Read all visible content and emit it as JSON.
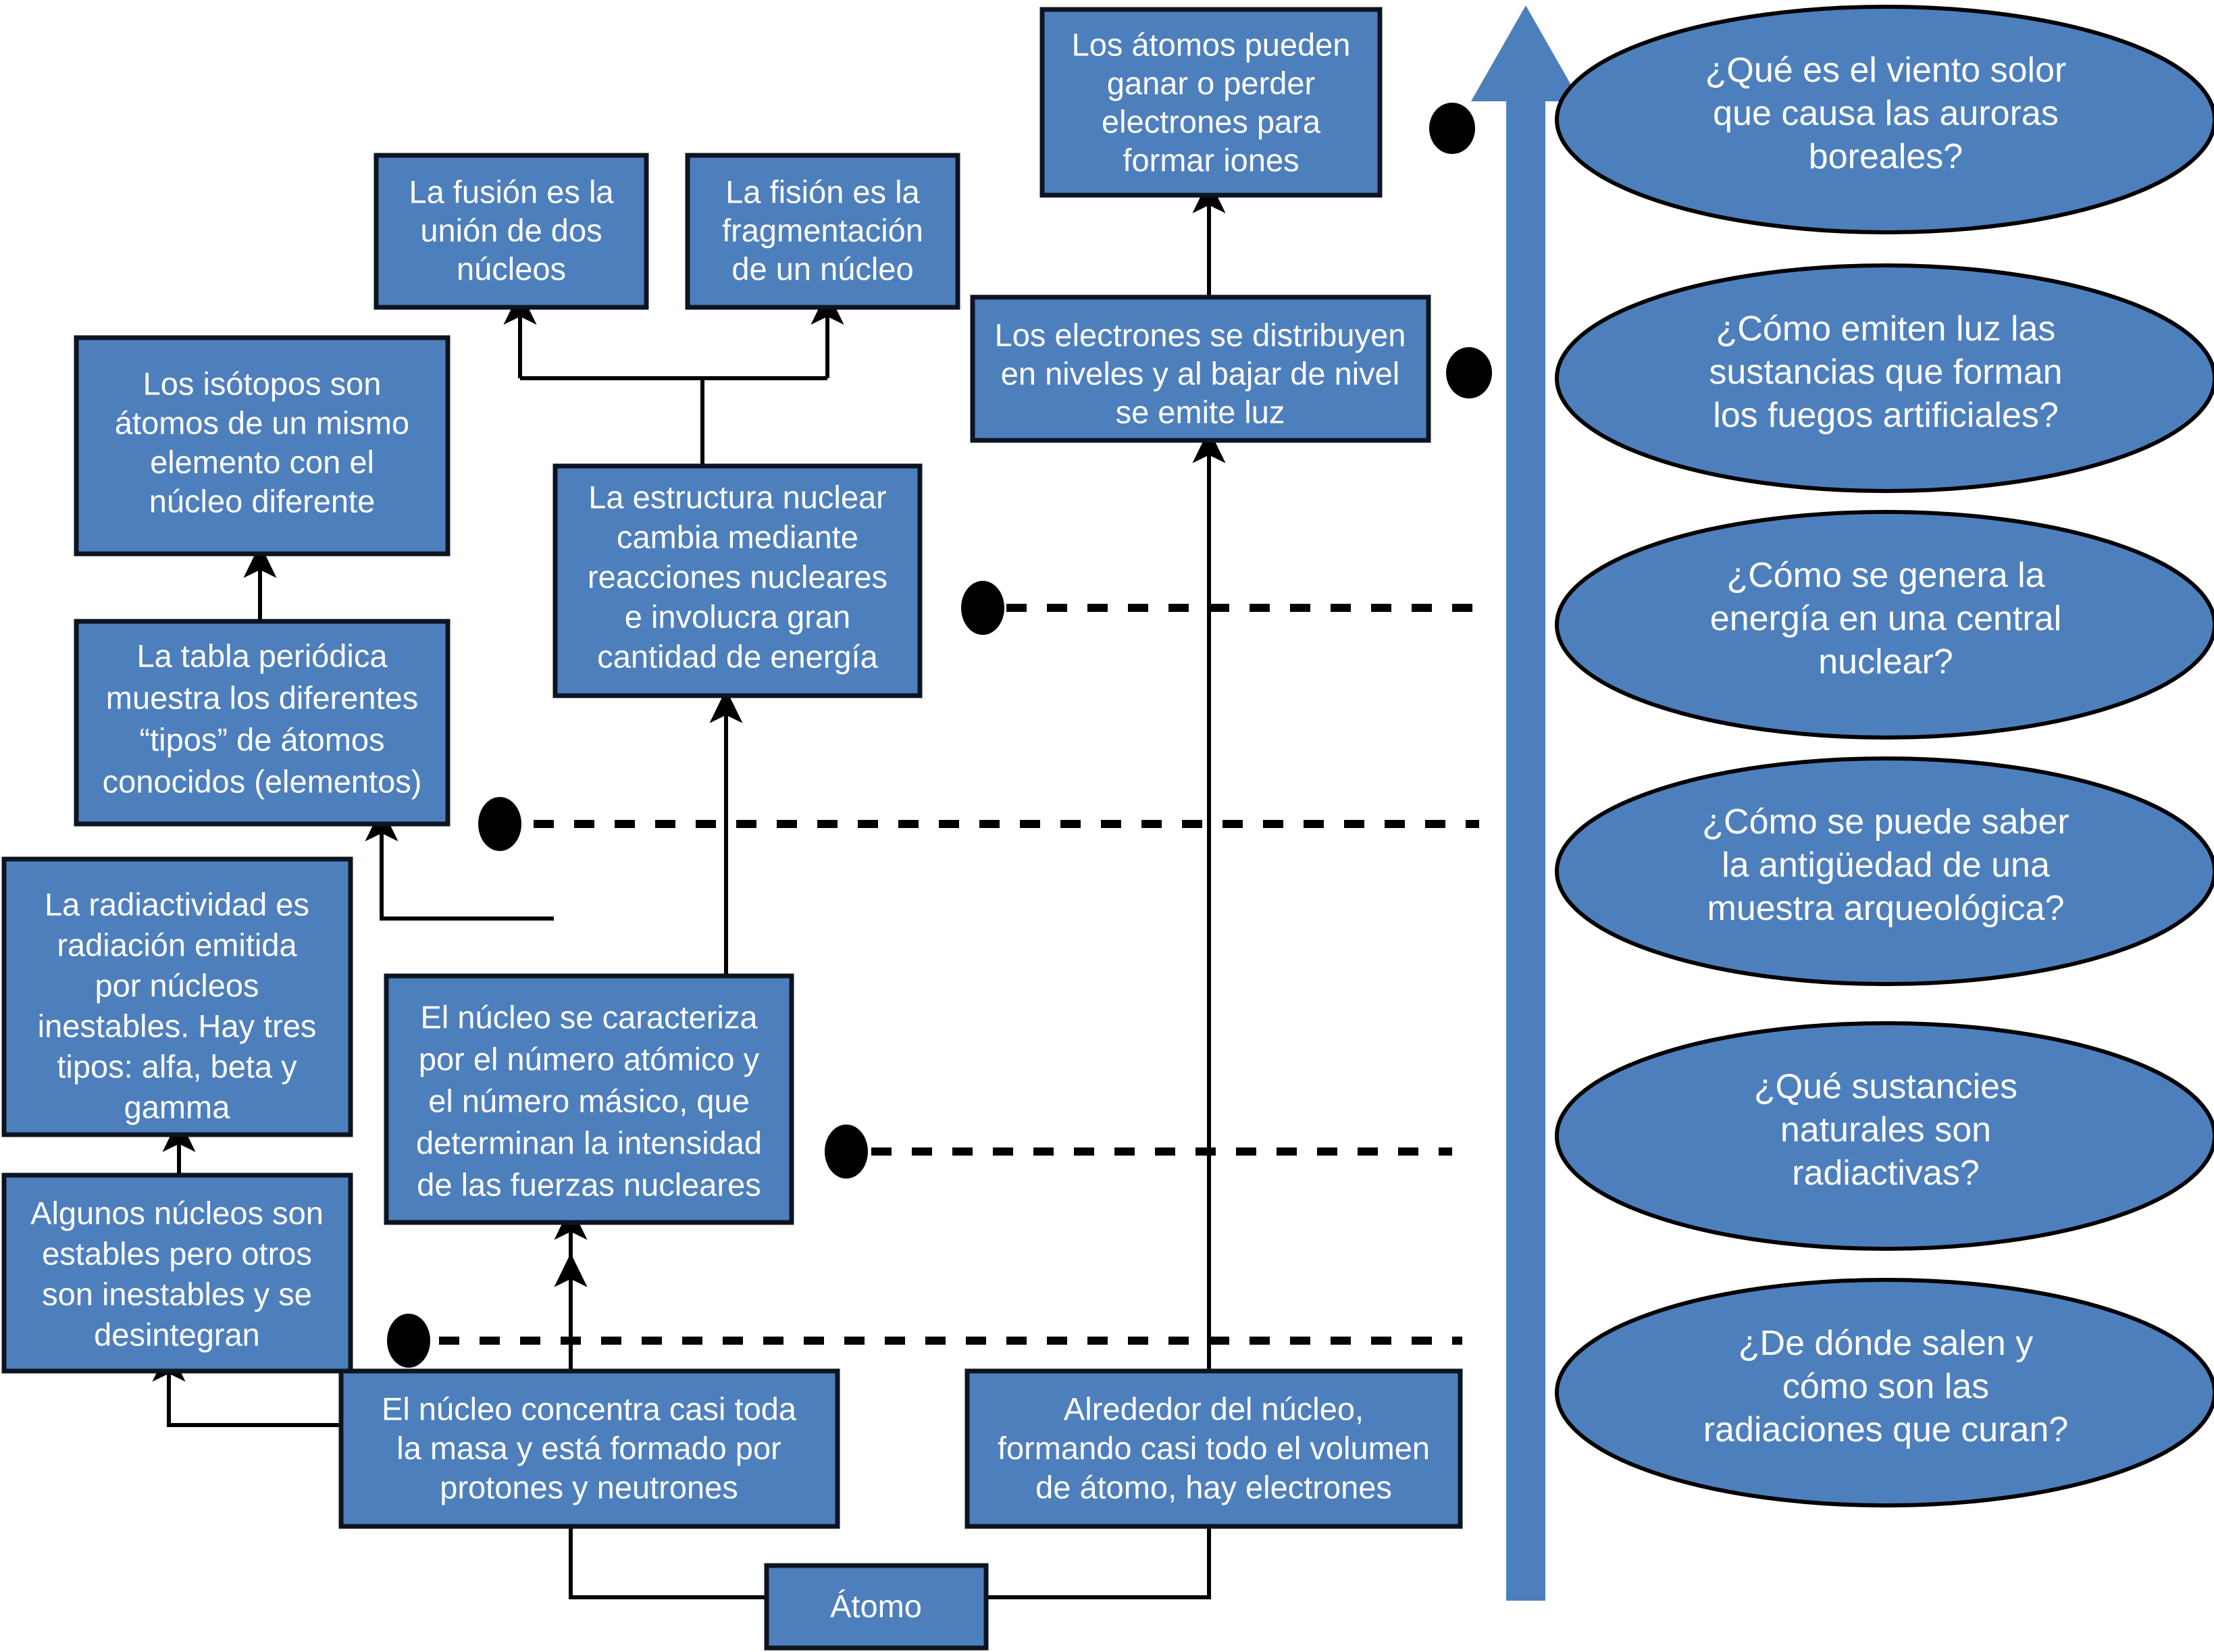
{
  "diagram": {
    "title_hidden": "",
    "colors": {
      "node_fill": "#4e7fbd",
      "node_stroke": "#0d1421",
      "node_text": "#ffffff",
      "connector": "#000000",
      "arrow_accent": "#4e7fbd",
      "background": "#ffffff"
    },
    "concept_boxes": [
      {
        "id": "atomo",
        "lines": [
          "Átomo"
        ]
      },
      {
        "id": "nucleo-masa",
        "lines": [
          "El núcleo concentra casi toda",
          "la masa y está formado por",
          "protones y neutrones"
        ]
      },
      {
        "id": "electrones-volumen",
        "lines": [
          "Alrededor del núcleo,",
          "formando casi todo el volumen",
          "de átomo, hay electrones"
        ]
      },
      {
        "id": "nucleo-numeros",
        "lines": [
          "El núcleo se caracteriza",
          "por el número atómico y",
          "el número másico, que",
          "determinan la intensidad",
          "de las fuerzas nucleares"
        ]
      },
      {
        "id": "nucleos-estables",
        "lines": [
          "Algunos núcleos son",
          "estables pero otros",
          "son inestables y se",
          "desintegran"
        ]
      },
      {
        "id": "radiactividad",
        "lines": [
          "La radiactividad es",
          "radiación emitida",
          "por núcleos",
          "inestables. Hay tres",
          "tipos: alfa, beta y",
          "gamma"
        ]
      },
      {
        "id": "tabla-periodica",
        "lines": [
          "La tabla periódica",
          "muestra los diferentes",
          "“tipos” de átomos",
          "conocidos (elementos)"
        ]
      },
      {
        "id": "isotopos",
        "lines": [
          "Los isótopos son",
          "átomos de un mismo",
          "elemento con el",
          "núcleo diferente"
        ]
      },
      {
        "id": "estructura-nuclear",
        "lines": [
          "La estructura nuclear",
          "cambia mediante",
          "reacciones nucleares",
          "e involucra gran",
          "cantidad de energía"
        ]
      },
      {
        "id": "fusion",
        "lines": [
          "La fusión es la",
          "unión de dos",
          "núcleos"
        ]
      },
      {
        "id": "fision",
        "lines": [
          "La fisión es la",
          "fragmentación",
          "de un núcleo"
        ]
      },
      {
        "id": "electrones-niveles",
        "lines": [
          "Los electrones se distribuyen",
          "en niveles y al bajar de nivel",
          "se emite luz"
        ]
      },
      {
        "id": "iones",
        "lines": [
          "Los átomos pueden",
          "ganar o perder",
          "electrones para",
          "formar iones"
        ]
      }
    ],
    "question_ellipses": [
      {
        "id": "q-auroras",
        "lines": [
          "¿Qué es el viento solor",
          "que causa las auroras",
          "boreales?"
        ]
      },
      {
        "id": "q-fuegos",
        "lines": [
          "¿Cómo emiten luz las",
          "sustancias que forman",
          "los fuegos artificiales?"
        ]
      },
      {
        "id": "q-central",
        "lines": [
          "¿Cómo se genera la",
          "energía en una central",
          "nuclear?"
        ]
      },
      {
        "id": "q-antiguedad",
        "lines": [
          "¿Cómo se puede saber",
          "la antigüedad de una",
          "muestra arqueológica?"
        ]
      },
      {
        "id": "q-radiactivas",
        "lines": [
          "¿Qué sustancies",
          "naturales son",
          "radiactivas?"
        ]
      },
      {
        "id": "q-radiaciones",
        "lines": [
          "¿De dónde salen y",
          "cómo son las",
          "radiaciones que curan?"
        ]
      }
    ]
  }
}
